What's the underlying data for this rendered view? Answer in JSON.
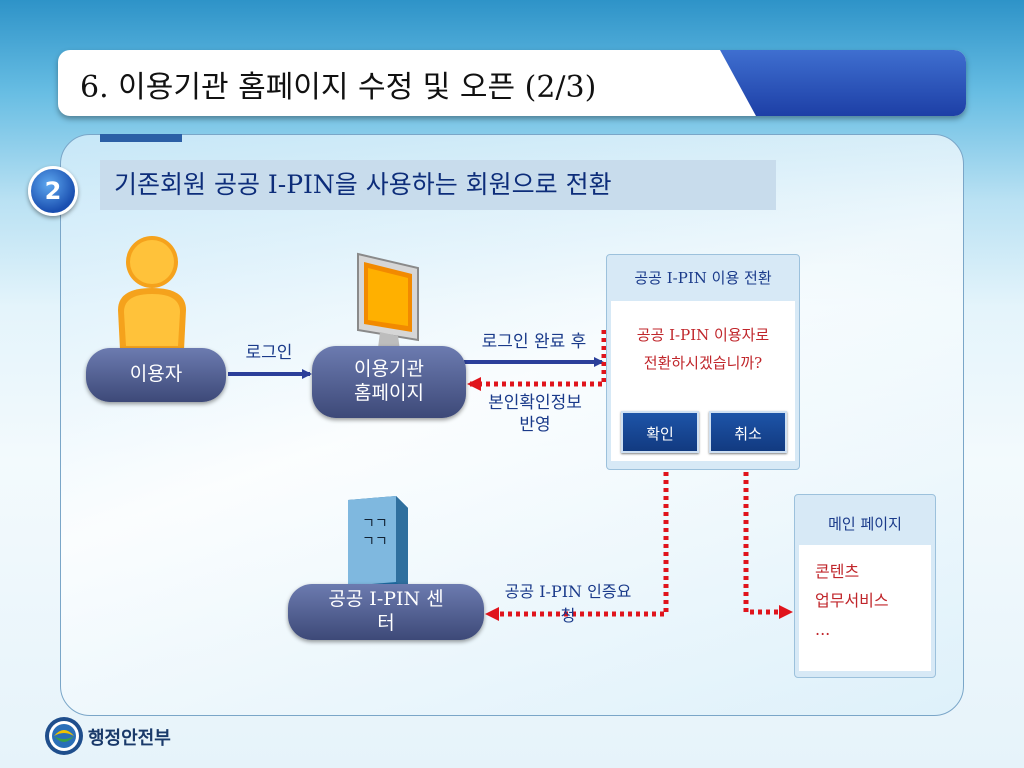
{
  "title": "6. 이용기관 홈페이지 수정 및 오픈 (2/3)",
  "step": {
    "number": "2",
    "heading": "기존회원 공공 I-PIN을 사용하는 회원으로 전환"
  },
  "nodes": {
    "user": "이용자",
    "homepage": [
      "이용기관",
      "홈페이지"
    ],
    "ipin_center": [
      "공공 I-PIN 센",
      "터"
    ]
  },
  "edges": {
    "login": "로그인",
    "login_complete": "로그인 완료 후",
    "identity_reflect": [
      "본인확인정보",
      "반영"
    ],
    "auth_request": [
      "공공 I-PIN 인증요",
      "청"
    ]
  },
  "dialog": {
    "title": "공공 I-PIN 이용 전환",
    "message": [
      "공공 I-PIN 이용자로",
      "전환하시겠습니까?"
    ],
    "confirm_label": "확인",
    "cancel_label": "취소"
  },
  "main_page": {
    "title": "메인 페이지",
    "items": [
      "콘텐츠",
      "업무서비스",
      "..."
    ]
  },
  "footer": {
    "ministry": "행정안전부"
  },
  "colors": {
    "accent": "#1d3fa6",
    "arrow_solid": "#2b3f9a",
    "arrow_dotted": "#e0141c",
    "message": "#c0262b"
  }
}
